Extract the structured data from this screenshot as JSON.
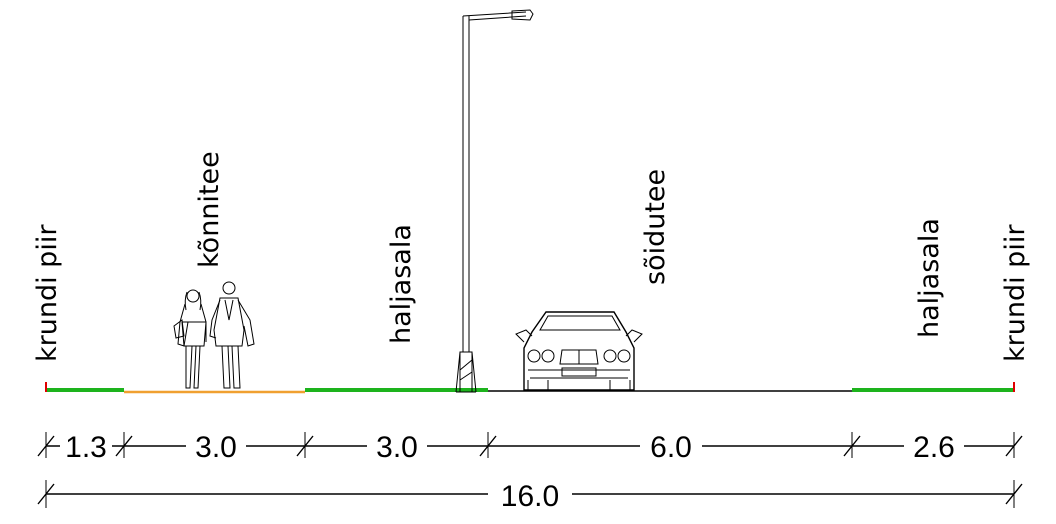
{
  "zone_labels": {
    "property_left": "krundi piir",
    "sidewalk": "kõnnitee",
    "grass_left": "haljasala",
    "roadway": "sõidutee",
    "grass_right": "haljasala",
    "property_right": "krundi piir"
  },
  "dimensions": {
    "grass_edge": "1.3",
    "sidewalk": "3.0",
    "grass_strip": "3.0",
    "roadway": "6.0",
    "grass_right": "2.6",
    "total": "16.0"
  },
  "colors": {
    "grass": "#1db31d",
    "sidewalk": "#f0a030",
    "boundary": "#e00000",
    "line": "#000000"
  },
  "icons": [
    "pedestrians-icon",
    "street-lamp-icon",
    "car-icon"
  ]
}
